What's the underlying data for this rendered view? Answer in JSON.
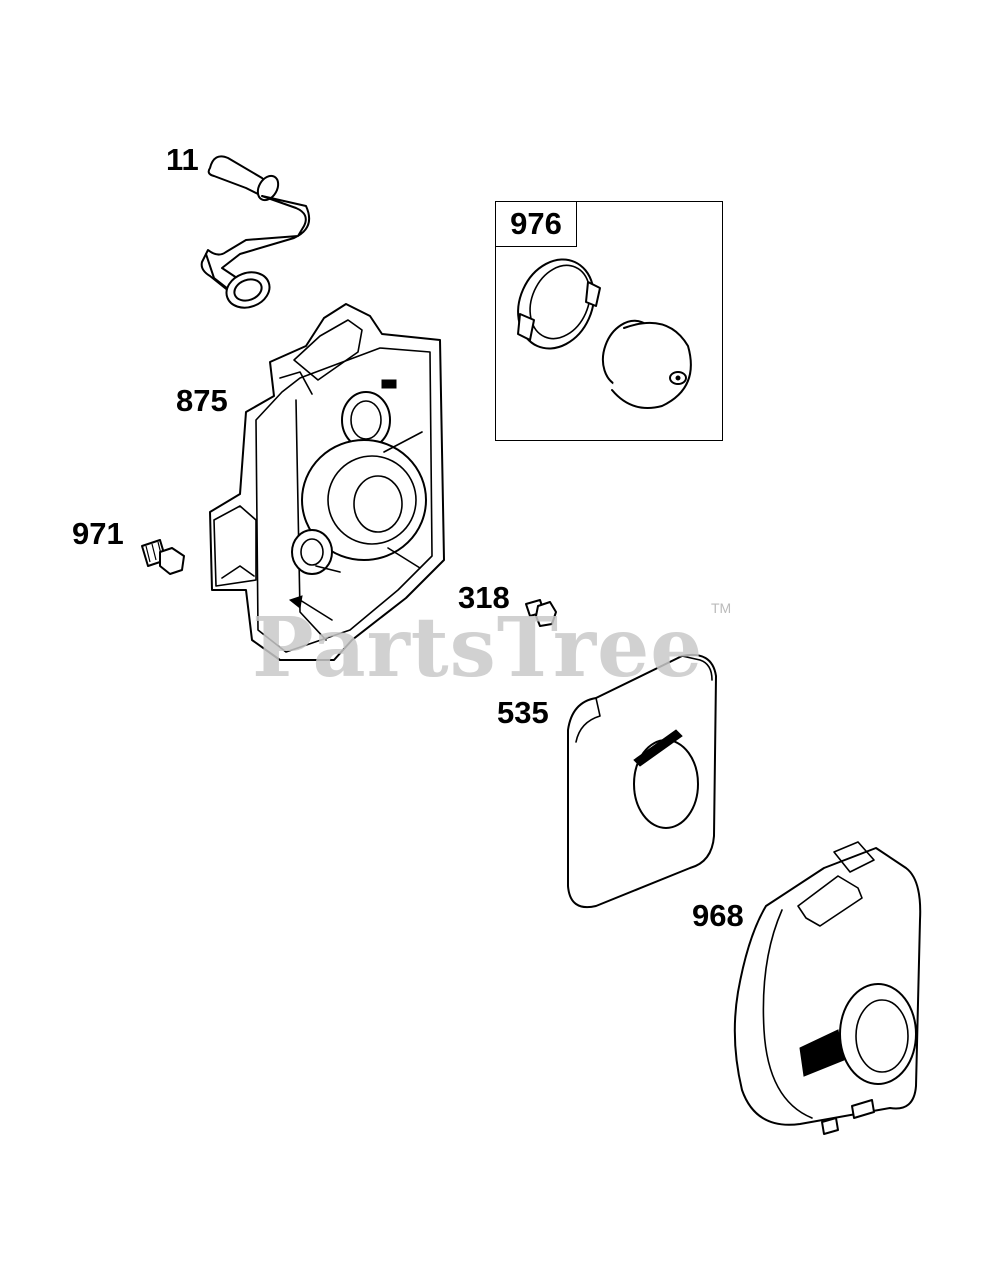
{
  "diagram": {
    "parts": [
      {
        "id": "part-11",
        "number": "11"
      },
      {
        "id": "part-875",
        "number": "875"
      },
      {
        "id": "part-971",
        "number": "971"
      },
      {
        "id": "part-976",
        "number": "976"
      },
      {
        "id": "part-318",
        "number": "318"
      },
      {
        "id": "part-535",
        "number": "535"
      },
      {
        "id": "part-968",
        "number": "968"
      }
    ],
    "watermark": "PartsTree",
    "trademark": "TM"
  }
}
